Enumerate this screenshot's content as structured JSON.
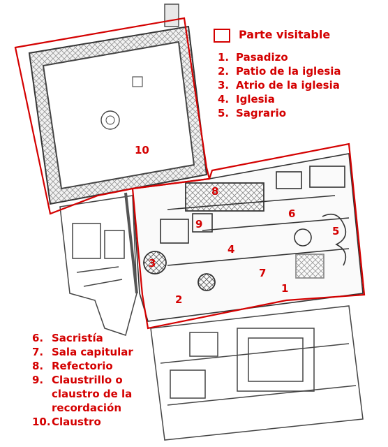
{
  "legend": {
    "title": "Parte visitable",
    "outline_color": "#d40000",
    "items": [
      {
        "num": "1.",
        "label": "Pasadizo"
      },
      {
        "num": "2.",
        "label": "Patio de la iglesia"
      },
      {
        "num": "3.",
        "label": "Atrio de la iglesia"
      },
      {
        "num": "4.",
        "label": "Iglesia"
      },
      {
        "num": "5.",
        "label": "Sagrario"
      }
    ]
  },
  "legend2": {
    "items": [
      {
        "num": "6.",
        "label": "Sacristía"
      },
      {
        "num": "7.",
        "label": "Sala capitular"
      },
      {
        "num": "8.",
        "label": "Refectorio"
      },
      {
        "num": "9.",
        "label": "Claustrillo o"
      },
      {
        "num": "",
        "label": "claustro de la"
      },
      {
        "num": "",
        "label": "recordación"
      },
      {
        "num": "10.",
        "label": "Claustro"
      }
    ]
  },
  "markers": [
    "1",
    "2",
    "3",
    "4",
    "5",
    "6",
    "7",
    "8",
    "9",
    "10"
  ]
}
